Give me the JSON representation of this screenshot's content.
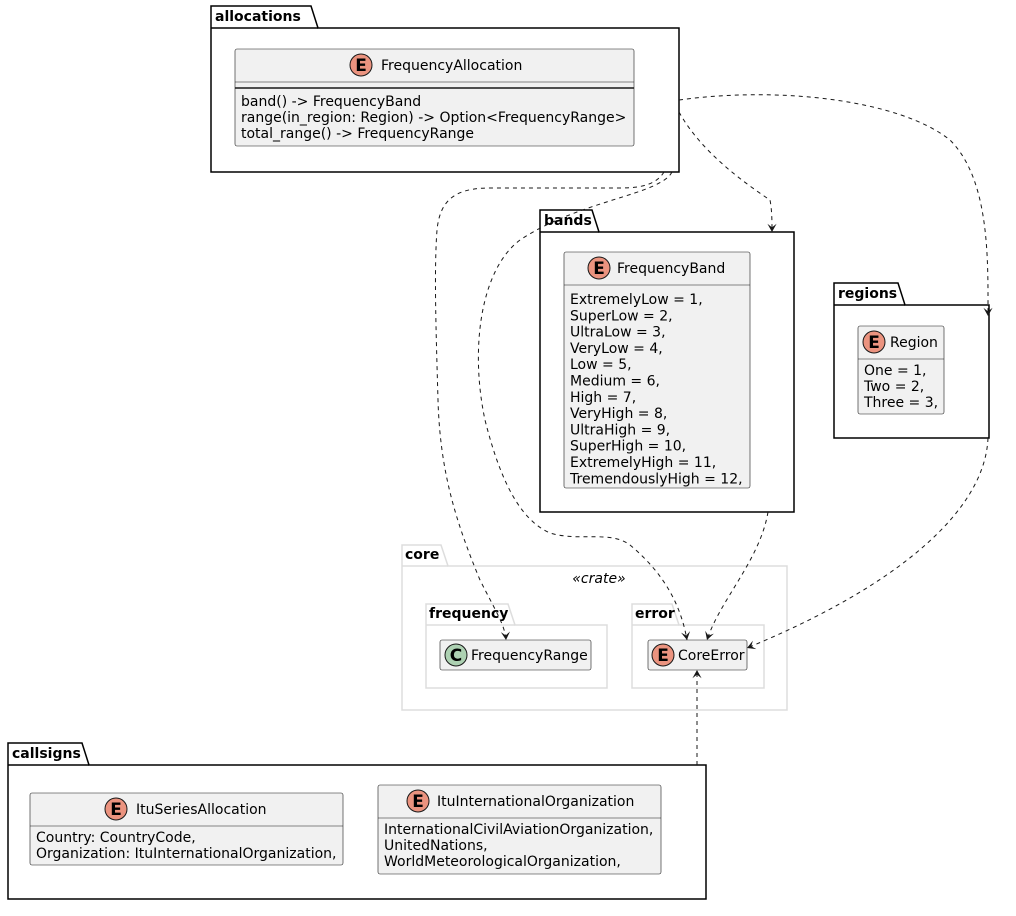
{
  "packages": {
    "allocations": "allocations",
    "bands": "bands",
    "regions": "regions",
    "core": "core",
    "core_stereotype": "«crate»",
    "frequency": "frequency",
    "error": "error",
    "callsigns": "callsigns"
  },
  "classes": {
    "frequency_allocation": {
      "kind": "E",
      "name": "FrequencyAllocation",
      "members": [
        "band() -> FrequencyBand",
        "range(in_region: Region) -> Option<FrequencyRange>",
        "total_range() -> FrequencyRange"
      ]
    },
    "frequency_band": {
      "kind": "E",
      "name": "FrequencyBand",
      "members": [
        "ExtremelyLow = 1,",
        "SuperLow = 2,",
        "UltraLow = 3,",
        "VeryLow = 4,",
        "Low = 5,",
        "Medium = 6,",
        "High = 7,",
        "VeryHigh = 8,",
        "UltraHigh = 9,",
        "SuperHigh = 10,",
        "ExtremelyHigh = 11,",
        "TremendouslyHigh = 12,"
      ]
    },
    "region": {
      "kind": "E",
      "name": "Region",
      "members": [
        "One = 1,",
        "Two = 2,",
        "Three = 3,"
      ]
    },
    "frequency_range": {
      "kind": "C",
      "name": "FrequencyRange",
      "members": []
    },
    "core_error": {
      "kind": "E",
      "name": "CoreError",
      "members": []
    },
    "itu_series_allocation": {
      "kind": "E",
      "name": "ItuSeriesAllocation",
      "members": [
        "Country: CountryCode,",
        "Organization: ItuInternationalOrganization,"
      ]
    },
    "itu_international_organization": {
      "kind": "E",
      "name": "ItuInternationalOrganization",
      "members": [
        "InternationalCivilAviationOrganization,",
        "UnitedNations,",
        "WorldMeteorologicalOrganization,"
      ]
    }
  },
  "colors": {
    "class_fill": "#F1F1F1",
    "class_border": "#181818",
    "enum_circle": "#EB937F",
    "class_circle": "#ADD1B2",
    "core_border": "#DDDDDD",
    "edge": "#181818"
  }
}
